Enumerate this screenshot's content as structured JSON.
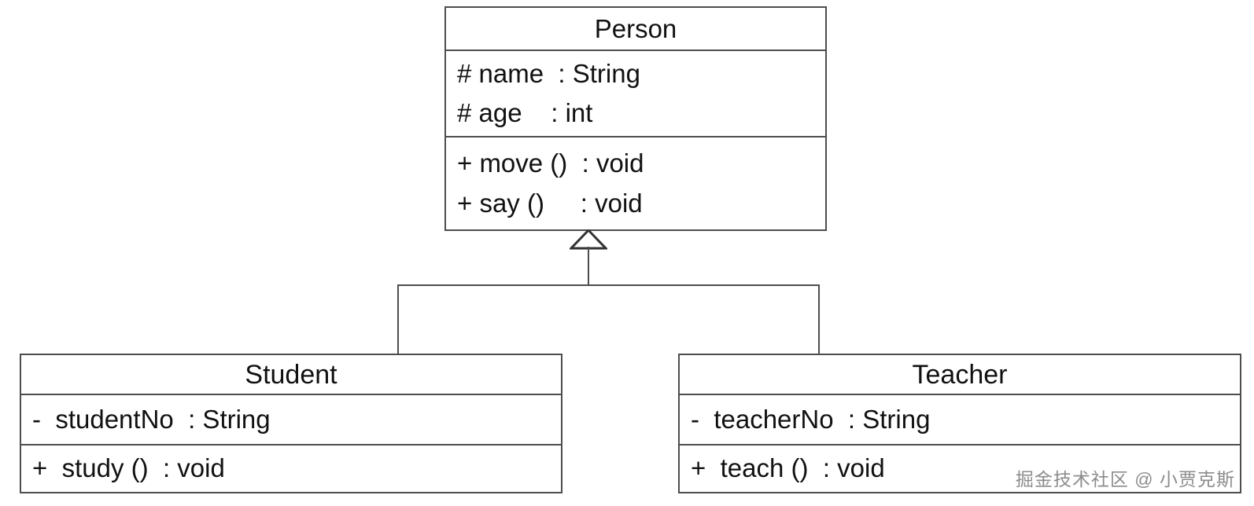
{
  "diagram": {
    "type": "uml-class-diagram",
    "relationship": "generalization",
    "classes": [
      {
        "id": "person",
        "name": "Person",
        "attributes": [
          {
            "visibility": "#",
            "name": "name",
            "separator": ": ",
            "type": "String",
            "text": "# name  : String"
          },
          {
            "visibility": "#",
            "name": "age",
            "separator": ": ",
            "type": "int",
            "text": "# age    : int"
          }
        ],
        "operations": [
          {
            "visibility": "+",
            "name": "move ()",
            "separator": ": ",
            "type": "void",
            "text": "+ move ()  : void"
          },
          {
            "visibility": "+",
            "name": "say ()",
            "separator": ": ",
            "type": "void",
            "text": "+ say ()     : void"
          }
        ]
      },
      {
        "id": "student",
        "name": "Student",
        "attributes": [
          {
            "visibility": "-",
            "name": "studentNo",
            "separator": ": ",
            "type": "String",
            "text": "-  studentNo  : String"
          }
        ],
        "operations": [
          {
            "visibility": "+",
            "name": "study ()",
            "separator": ": ",
            "type": "void",
            "text": "+  study ()  : void"
          }
        ]
      },
      {
        "id": "teacher",
        "name": "Teacher",
        "attributes": [
          {
            "visibility": "-",
            "name": "teacherNo",
            "separator": ": ",
            "type": "String",
            "text": "-  teacherNo  : String"
          }
        ],
        "operations": [
          {
            "visibility": "+",
            "name": "teach ()",
            "separator": ": ",
            "type": "void",
            "text": "+  teach ()  : void"
          }
        ]
      }
    ],
    "edges": [
      {
        "from": "Student",
        "to": "Person",
        "kind": "generalization"
      },
      {
        "from": "Teacher",
        "to": "Person",
        "kind": "generalization"
      }
    ]
  },
  "person": {
    "title": "Person",
    "attr_name": "# name  : String",
    "attr_age": "# age    : int",
    "op_move": "+ move ()  : void",
    "op_say": "+ say ()     : void"
  },
  "student": {
    "title": "Student",
    "attr_no": "-  studentNo  : String",
    "op_study": "+  study ()  : void"
  },
  "teacher": {
    "title": "Teacher",
    "attr_no": "-  teacherNo  : String",
    "op_teach": "+  teach ()  : void"
  },
  "watermark": {
    "text": "掘金技术社区 @ 小贾克斯"
  },
  "colors": {
    "stroke": "#4d4d4d",
    "text": "#111111",
    "background": "#ffffff",
    "watermark": "#8c8c8c"
  }
}
